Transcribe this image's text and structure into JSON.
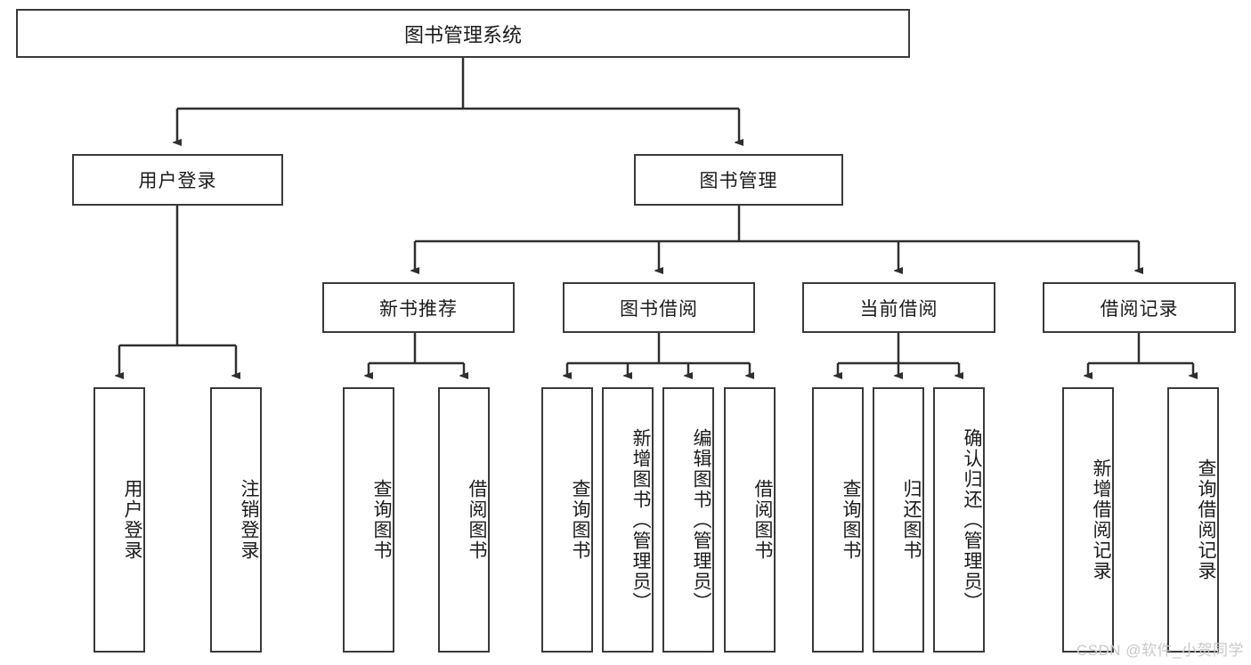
{
  "diagram": {
    "type": "tree-hierarchy-chart",
    "title": "图书管理系统",
    "stroke_color": "#3a3a3a",
    "fill_color": "#ffffff",
    "text_color": "#1b1b1b"
  },
  "root": {
    "label": "图书管理系统"
  },
  "level2": [
    {
      "label": "用户登录"
    },
    {
      "label": "图书管理"
    }
  ],
  "level3": [
    {
      "label": "新书推荐"
    },
    {
      "label": "图书借阅"
    },
    {
      "label": "当前借阅"
    },
    {
      "label": "借阅记录"
    }
  ],
  "leaves": [
    {
      "label": "用户登录"
    },
    {
      "label": "注销登录"
    },
    {
      "label": "查询图书"
    },
    {
      "label": "借阅图书"
    },
    {
      "label": "查询图书"
    },
    {
      "label": "新增图书（管理员）"
    },
    {
      "label": "编辑图书（管理员）"
    },
    {
      "label": "借阅图书"
    },
    {
      "label": "查询图书"
    },
    {
      "label": "归还图书"
    },
    {
      "label": "确认归还（管理员）"
    },
    {
      "label": "新增借阅记录"
    },
    {
      "label": "查询借阅记录"
    }
  ],
  "watermark": {
    "text": "CSDN @软件_小贺同学"
  }
}
